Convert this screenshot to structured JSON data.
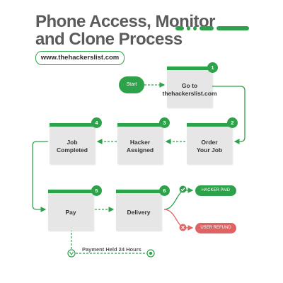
{
  "title": {
    "line1": "Phone Access, Monitor",
    "line2": "and Clone Process"
  },
  "url": "www.thehackerslist.com",
  "start_label": "Start",
  "steps": [
    {
      "number": "1",
      "label": "Go to\nthehackerslist.com"
    },
    {
      "number": "2",
      "label": "Order\nYour Job"
    },
    {
      "number": "3",
      "label": "Hacker\nAssigned"
    },
    {
      "number": "4",
      "label": "Job\nCompleted"
    },
    {
      "number": "5",
      "label": "Pay"
    },
    {
      "number": "6",
      "label": "Delivery"
    }
  ],
  "outcomes": {
    "paid": "HACKER PAID",
    "refund": "USER REFUND"
  },
  "payment_held": "Payment Held 24 Hours",
  "colors": {
    "accent": "#2ea24a",
    "refund": "#e06262",
    "box": "#e6e6e6",
    "title": "#5b5b5b"
  }
}
